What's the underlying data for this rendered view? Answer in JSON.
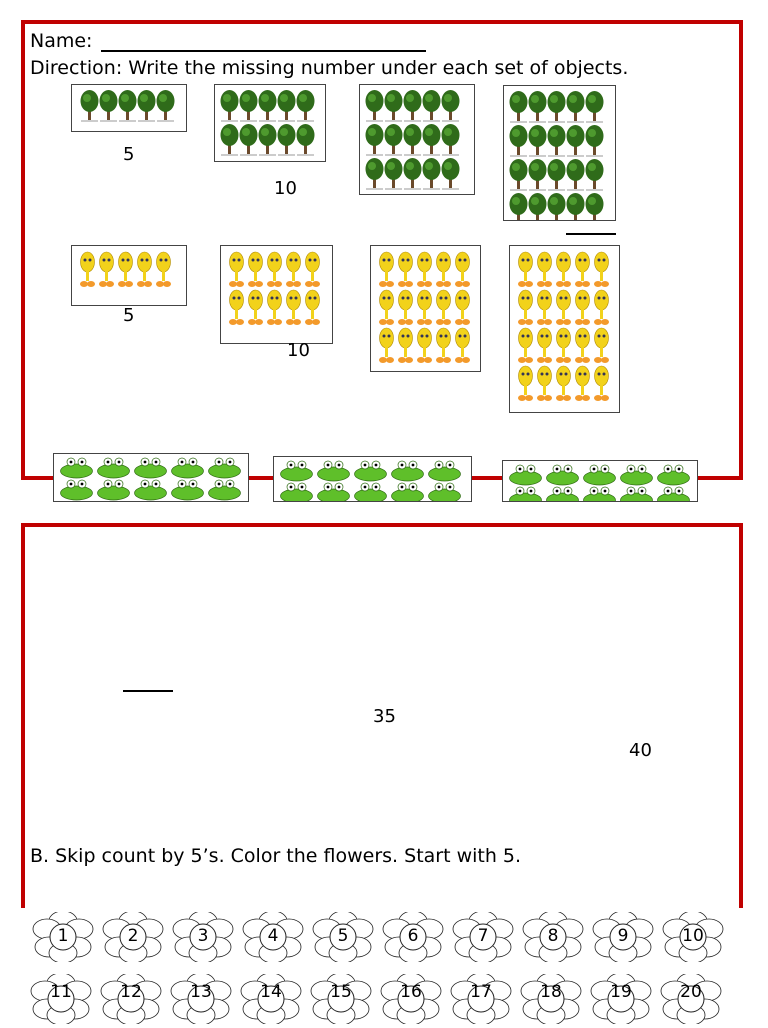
{
  "header": {
    "name_label": "Name: ",
    "direction": "Direction: Write the missing number  under each set of objects."
  },
  "tree_row": {
    "answers": [
      "5",
      "10"
    ]
  },
  "bird_row": {
    "answers": [
      "5",
      "10"
    ]
  },
  "frog_row": {
    "answers": [
      "35",
      "40"
    ]
  },
  "section_b": {
    "instruction": "B. Skip count by 5’s. Color the flowers. Start with 5."
  },
  "flowers": {
    "row1": [
      "1",
      "2",
      "3",
      "4",
      "5",
      "6",
      "7",
      "8",
      "9",
      "10"
    ],
    "row2": [
      "11",
      "12",
      "13",
      "14",
      "15",
      "16",
      "17",
      "18",
      "19",
      "20"
    ]
  },
  "colors": {
    "border": "#c00000",
    "tree": "#2f6b1a",
    "bird": "#f2d21b",
    "frog": "#5fbf2a"
  }
}
